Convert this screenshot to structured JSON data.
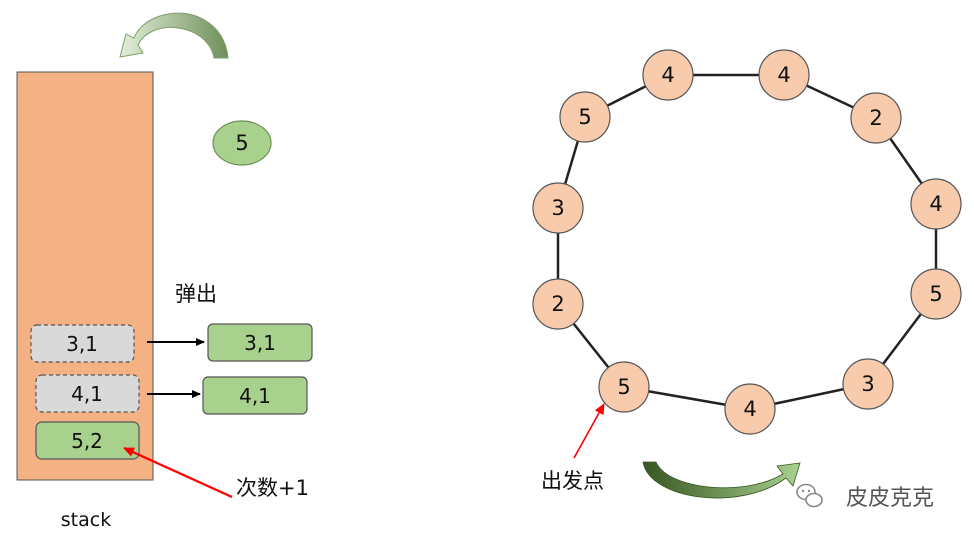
{
  "stack": {
    "label": "stack",
    "popped_label": "弹出",
    "counter_label": "次数+1",
    "top_element": "5",
    "entries": [
      "3,1",
      "4,1",
      "5,2"
    ],
    "popped": [
      "3,1",
      "4,1"
    ]
  },
  "ring": {
    "start_label": "出发点",
    "nodes": [
      "5",
      "4",
      "3",
      "2",
      "3",
      "5",
      "4",
      "4",
      "2",
      "4",
      "5",
      "3"
    ]
  },
  "watermark": {
    "text": "皮皮克克"
  },
  "colors": {
    "stack_fill": "#f4b183",
    "green_fill": "#a9d18e",
    "gray_fill": "#d9d9d9",
    "node_fill": "#f8cbad",
    "arrow_red": "#ff0000",
    "arrow_green": "#548235"
  }
}
